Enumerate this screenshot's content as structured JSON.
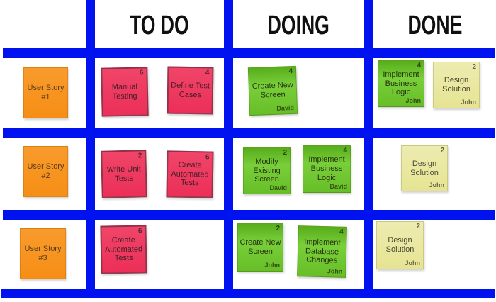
{
  "colors": {
    "grid_blue": "#0012ef",
    "story_orange": "#f7941e",
    "todo_pink": "#ee3560",
    "doing_green": "#6cc32b",
    "done_yellow": "#e9e8a3"
  },
  "headers": {
    "todo": "TO DO",
    "doing": "DOING",
    "done": "DONE"
  },
  "rows": [
    {
      "story": "User Story #1",
      "todo": [
        {
          "label": "Manual Testing",
          "points": "6"
        },
        {
          "label": "Define Test Cases",
          "points": "4"
        }
      ],
      "doing": [
        {
          "label": "Create New Screen",
          "points": "4",
          "owner": "David"
        }
      ],
      "done": [
        {
          "label": "Implement Business Logic",
          "points": "4",
          "owner": "John"
        },
        {
          "label": "Design Solution",
          "points": "2",
          "owner": "John"
        }
      ]
    },
    {
      "story": "User Story #2",
      "todo": [
        {
          "label": "Write Unit Tests",
          "points": "2"
        },
        {
          "label": "Create Automated Tests",
          "points": "6"
        }
      ],
      "doing": [
        {
          "label": "Modify Existing Screen",
          "points": "2",
          "owner": "David"
        },
        {
          "label": "Implement Business Logic",
          "points": "4",
          "owner": "David"
        }
      ],
      "done": [
        {
          "label": "Design Solution",
          "points": "2",
          "owner": "John"
        }
      ]
    },
    {
      "story": "User Story #3",
      "todo": [
        {
          "label": "Create Automated Tests",
          "points": "6"
        }
      ],
      "doing": [
        {
          "label": "Create New Screen",
          "points": "2",
          "owner": "John"
        },
        {
          "label": "Implement Database Changes",
          "points": "4",
          "owner": "John"
        }
      ],
      "done": [
        {
          "label": "Design Solution",
          "points": "2",
          "owner": "John"
        }
      ]
    }
  ]
}
